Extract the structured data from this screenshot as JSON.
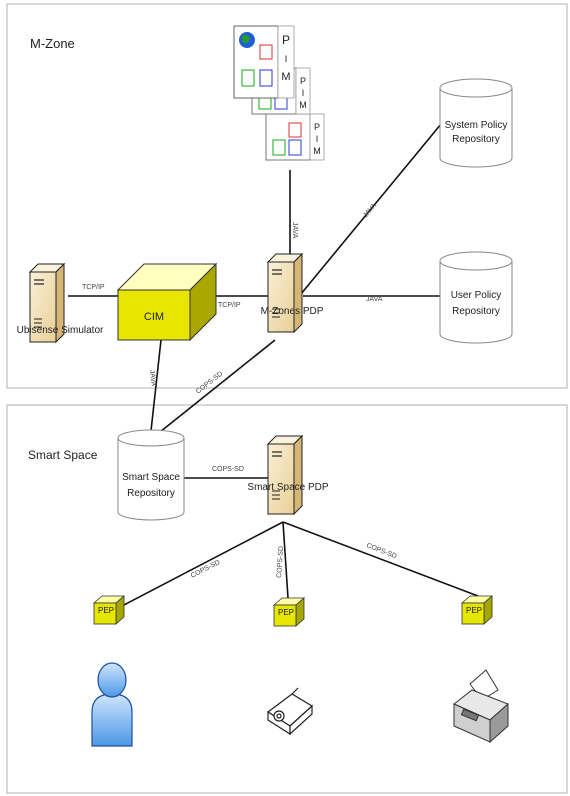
{
  "zones": {
    "top": {
      "label": "M-Zone"
    },
    "bottom": {
      "label": "Smart Space"
    }
  },
  "nodes": {
    "system_policy_repo": {
      "line1": "System Policy",
      "line2": "Repository"
    },
    "user_policy_repo": {
      "line1": "User Policy",
      "line2": "Repository"
    },
    "mzones_pdp": {
      "label": "M-Zones PDP"
    },
    "cim": {
      "label": "CIM"
    },
    "ubisense": {
      "label": "Ubisense Simulator"
    },
    "smart_space_repo": {
      "line1": "Smart Space",
      "line2": "Repository"
    },
    "smart_space_pdp": {
      "label": "Smart Space PDP"
    },
    "pim_letters": [
      "P",
      "I",
      "M"
    ],
    "pep_label": "PEP"
  },
  "edges": {
    "ubisense_cim": "TCP/IP",
    "cim_pdp": "TCP/IP",
    "pim_pdp": "JAVA",
    "system_repo_pdp": "JAVA",
    "user_repo_pdp": "JAVA",
    "cim_ssrepo": "JAVA",
    "mzpdp_ssrepo": "COPS-SD",
    "ssrepo_sspdp": "COPS-SD",
    "sspdp_pep1": "COPS-SD",
    "sspdp_pep2": "COPS-SD",
    "sspdp_pep3": "COPS-SD"
  },
  "colors": {
    "cim_fill": "#e6e600",
    "pep_fill": "#e6e600",
    "server_fill": "#f5deb3",
    "user_fill": "#8fc3f5",
    "zone_border": "#b0b0b0"
  }
}
